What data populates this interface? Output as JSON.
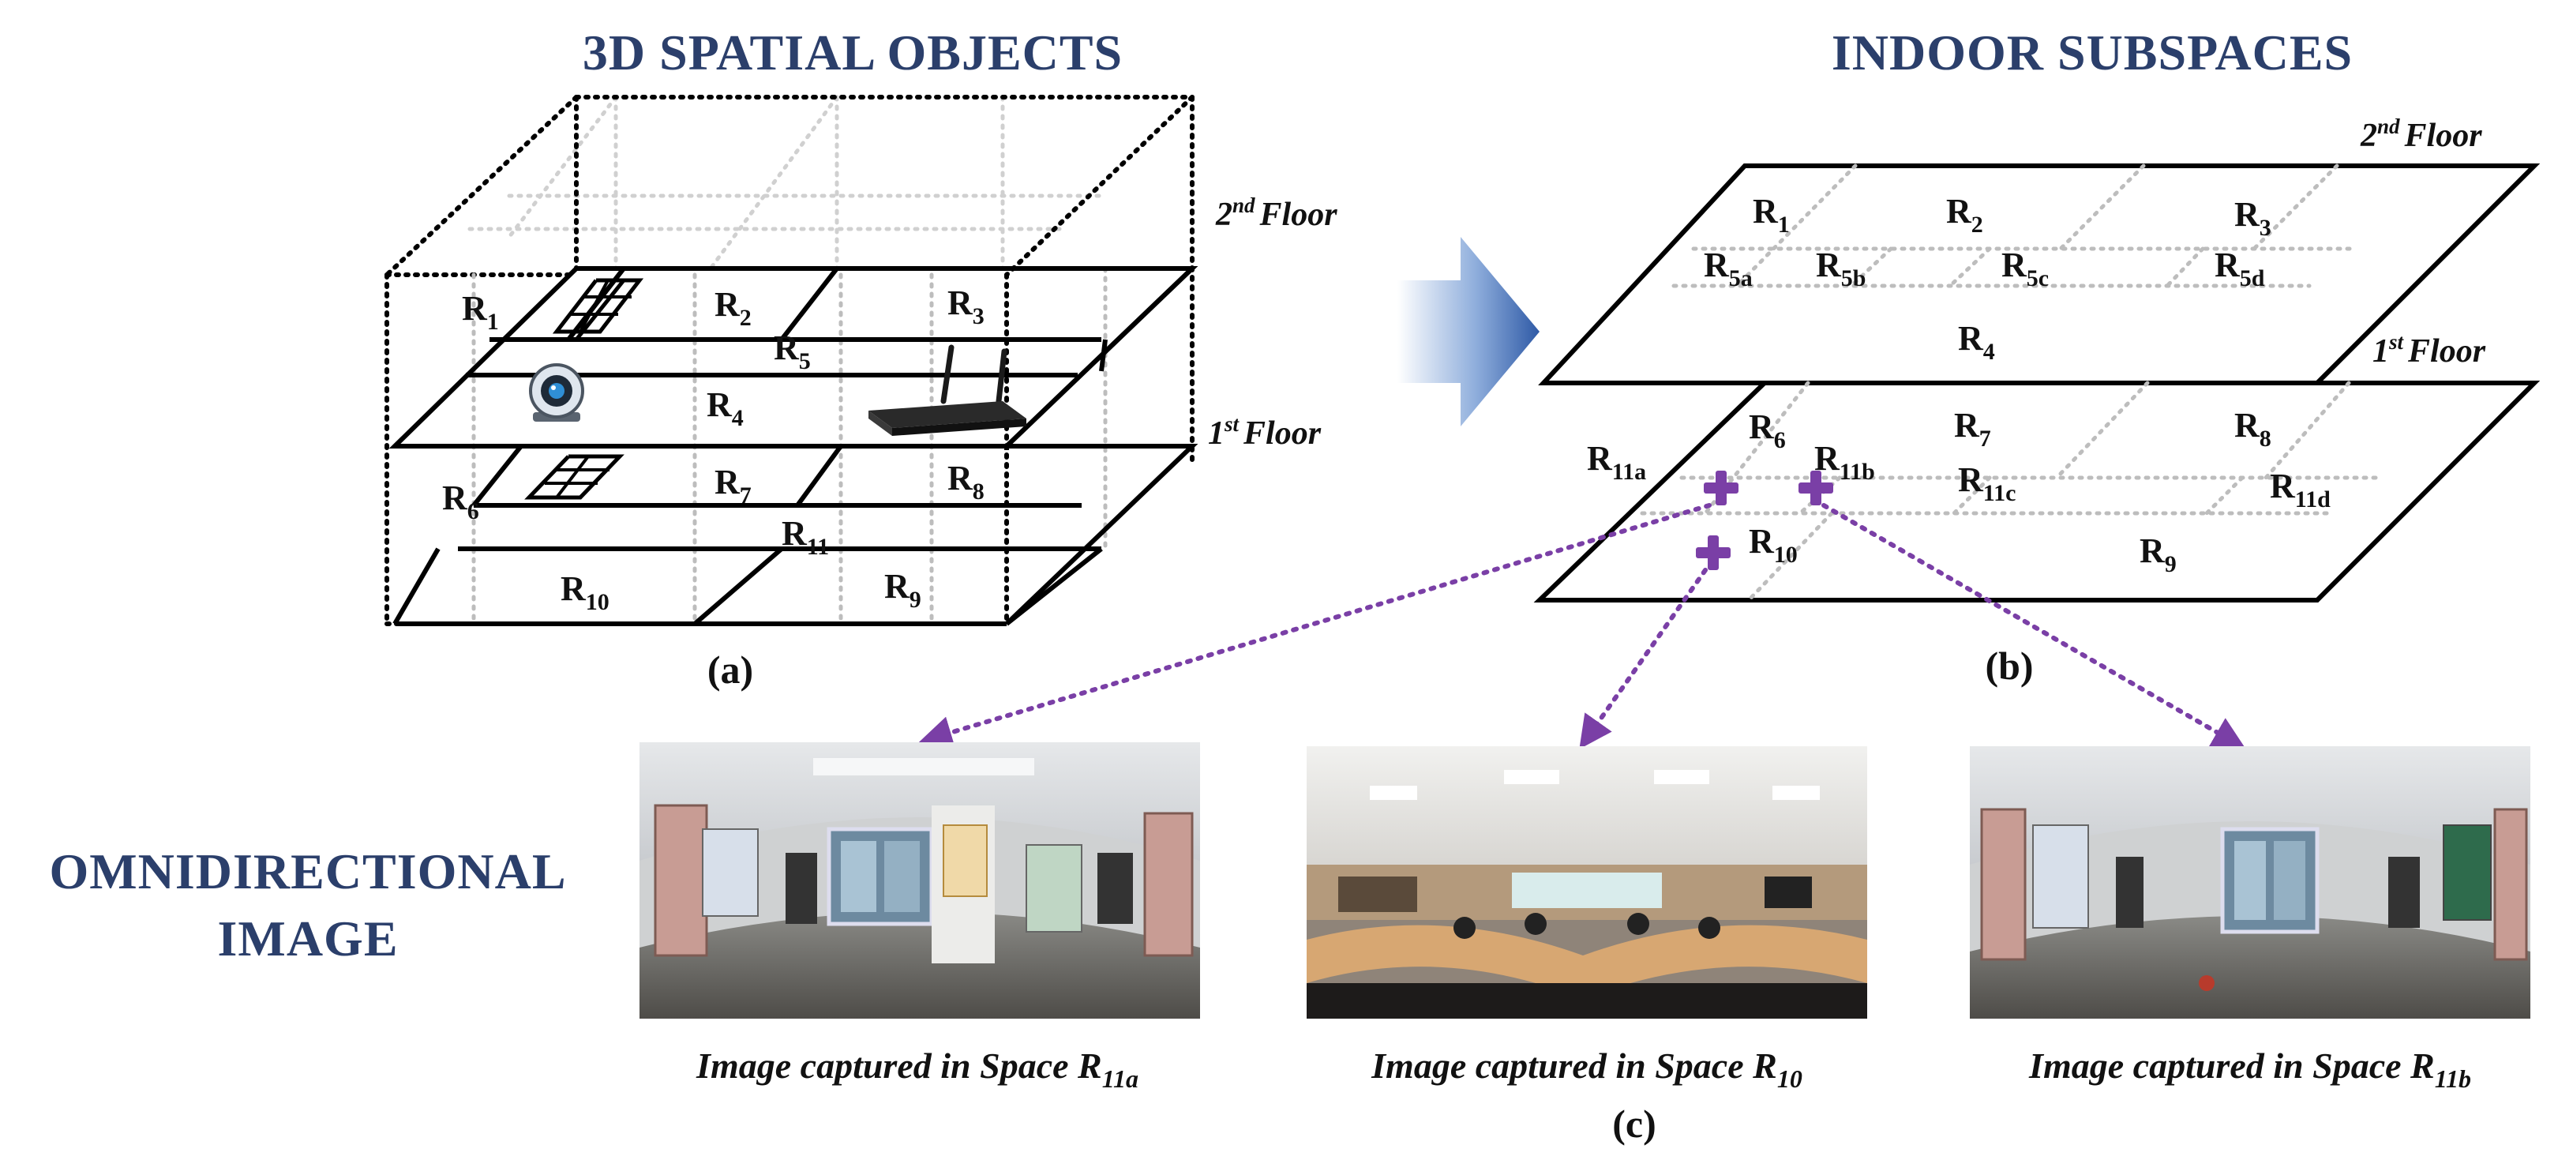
{
  "headings": {
    "left": "3D SPATIAL OBJECTS",
    "right": "INDOOR SUBSPACES",
    "omni_line1": "OMNIDIRECTIONAL",
    "omni_line2": "IMAGE"
  },
  "panel_labels": {
    "a": "(a)",
    "b": "(b)",
    "c": "(c)"
  },
  "floors": {
    "second": {
      "num": "2",
      "sup": "nd",
      "word": "Floor"
    },
    "first": {
      "num": "1",
      "sup": "st",
      "word": "Floor"
    }
  },
  "rooms_a": {
    "r1": {
      "main": "R",
      "sub": "1"
    },
    "r2": {
      "main": "R",
      "sub": "2"
    },
    "r3": {
      "main": "R",
      "sub": "3"
    },
    "r4": {
      "main": "R",
      "sub": "4"
    },
    "r5": {
      "main": "R",
      "sub": "5"
    },
    "r6": {
      "main": "R",
      "sub": "6"
    },
    "r7": {
      "main": "R",
      "sub": "7"
    },
    "r8": {
      "main": "R",
      "sub": "8"
    },
    "r9": {
      "main": "R",
      "sub": "9"
    },
    "r10": {
      "main": "R",
      "sub": "10"
    },
    "r11": {
      "main": "R",
      "sub": "11"
    }
  },
  "rooms_b": {
    "r1": {
      "main": "R",
      "sub": "1"
    },
    "r2": {
      "main": "R",
      "sub": "2"
    },
    "r3": {
      "main": "R",
      "sub": "3"
    },
    "r4": {
      "main": "R",
      "sub": "4"
    },
    "r5a": {
      "main": "R",
      "sub": "5a"
    },
    "r5b": {
      "main": "R",
      "sub": "5b"
    },
    "r5c": {
      "main": "R",
      "sub": "5c"
    },
    "r5d": {
      "main": "R",
      "sub": "5d"
    },
    "r6": {
      "main": "R",
      "sub": "6"
    },
    "r7": {
      "main": "R",
      "sub": "7"
    },
    "r8": {
      "main": "R",
      "sub": "8"
    },
    "r9": {
      "main": "R",
      "sub": "9"
    },
    "r10": {
      "main": "R",
      "sub": "10"
    },
    "r11a": {
      "main": "R",
      "sub": "11a"
    },
    "r11b": {
      "main": "R",
      "sub": "11b"
    },
    "r11c": {
      "main": "R",
      "sub": "11c"
    },
    "r11d": {
      "main": "R",
      "sub": "11d"
    }
  },
  "captions": {
    "left": {
      "text": "Image captured in  Space R",
      "sub": "11a"
    },
    "middle": {
      "text": "Image captured in  Space R",
      "sub": "10"
    },
    "right": {
      "text": "Image captured in  Space R",
      "sub": "11b"
    }
  },
  "icons": [
    "webcam-icon",
    "router-icon",
    "arrow-right-icon",
    "plus-marker-icon"
  ],
  "colors": {
    "heading": "#2b3f6b",
    "arrow": "#3a5fa8",
    "pointer": "#7a3fa6"
  }
}
